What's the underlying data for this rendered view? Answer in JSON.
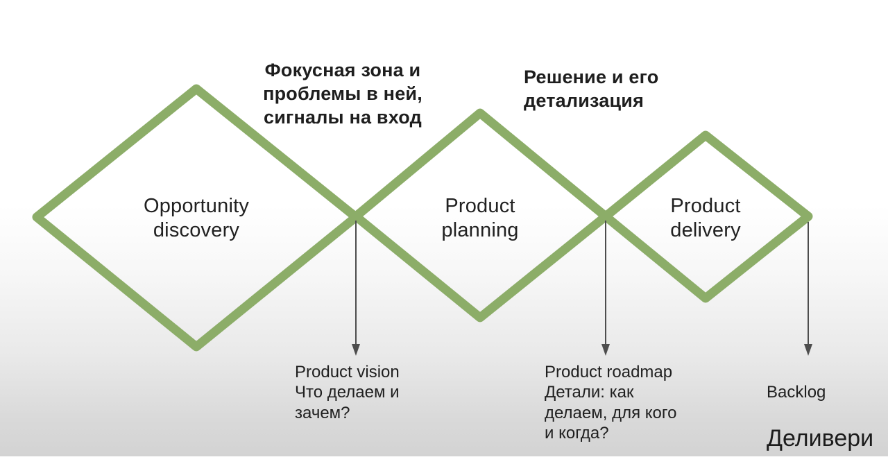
{
  "colors": {
    "diamond_green": "#8cad68",
    "arrow_gray": "#4d4d4d",
    "text_dark": "#1e1e1e"
  },
  "headings": {
    "focus_zone": "Фокусная зона и\nпроблемы в ней,\nсигналы на вход",
    "solution": "Решение и его\nдетализация"
  },
  "diamonds": {
    "opportunity": {
      "label": "Opportunity\ndiscovery"
    },
    "planning": {
      "label": "Product\nplanning"
    },
    "delivery": {
      "label": "Product\ndelivery"
    }
  },
  "annotations": {
    "vision": {
      "text": "Product vision\nЧто делаем и\nзачем?"
    },
    "roadmap": {
      "text": "Product roadmap\nДетали: как\nделаем, для кого\nи когда?"
    },
    "backlog": {
      "label": "Backlog",
      "sublabel": "Деливери"
    }
  }
}
